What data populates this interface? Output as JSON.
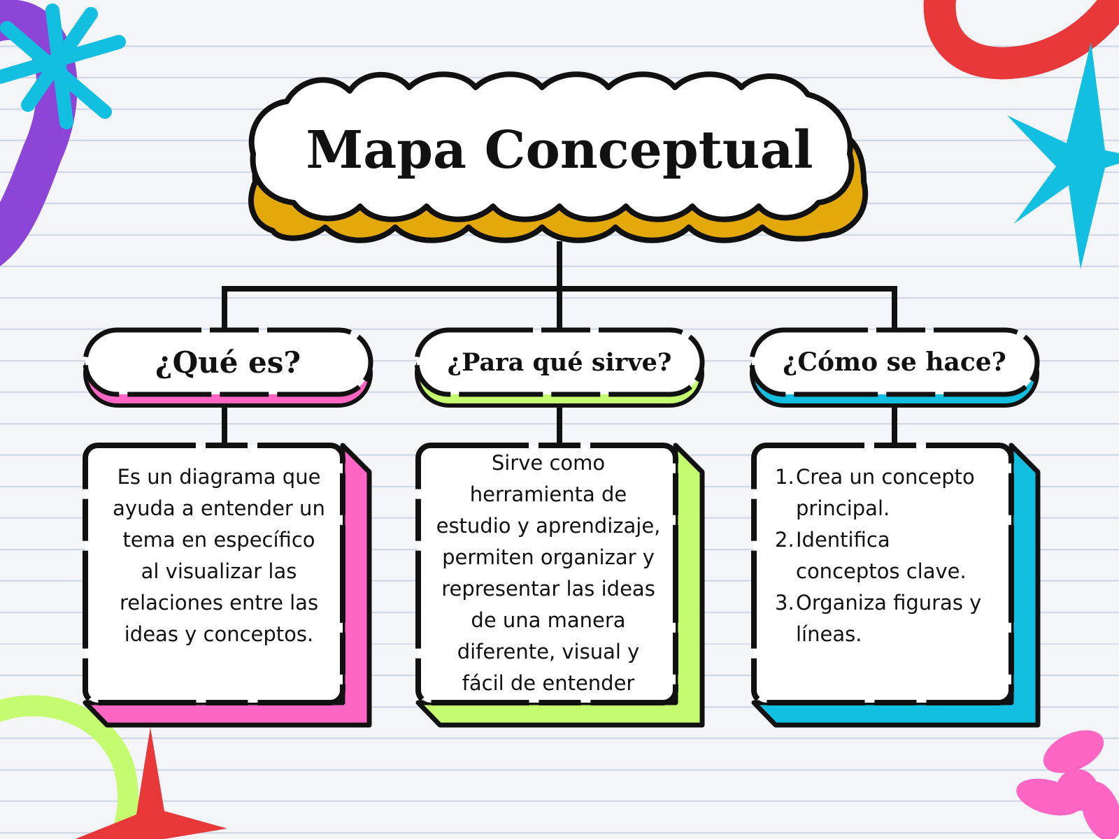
{
  "title": "Mapa Conceptual",
  "colors": {
    "title_shadow": "#e3a80a",
    "pink": "#ff66c4",
    "lime": "#c5fb6e",
    "cyan": "#12bfe1",
    "purple": "#8c45d6",
    "red": "#e8383a",
    "line": "#111111"
  },
  "branches": [
    {
      "question": "¿Qué es?",
      "text_lines": [
        "Es un diagrama que",
        "ayuda a entender un",
        "tema en específico",
        "al visualizar las",
        "relaciones entre las",
        "ideas y conceptos."
      ]
    },
    {
      "question": "¿Para qué sirve?",
      "text_lines": [
        "Sirve como",
        "herramienta de",
        "estudio y aprendizaje,",
        "permiten organizar y",
        "representar las ideas",
        "de una manera",
        "diferente, visual y",
        "fácil de entender"
      ]
    },
    {
      "question": "¿Cómo se hace?",
      "steps": [
        {
          "num": "1.",
          "lines": [
            "Crea un concepto",
            "principal."
          ]
        },
        {
          "num": "2.",
          "lines": [
            "Identifica",
            "conceptos clave."
          ]
        },
        {
          "num": "3.",
          "lines": [
            "Organiza figuras y",
            "líneas."
          ]
        }
      ]
    }
  ]
}
